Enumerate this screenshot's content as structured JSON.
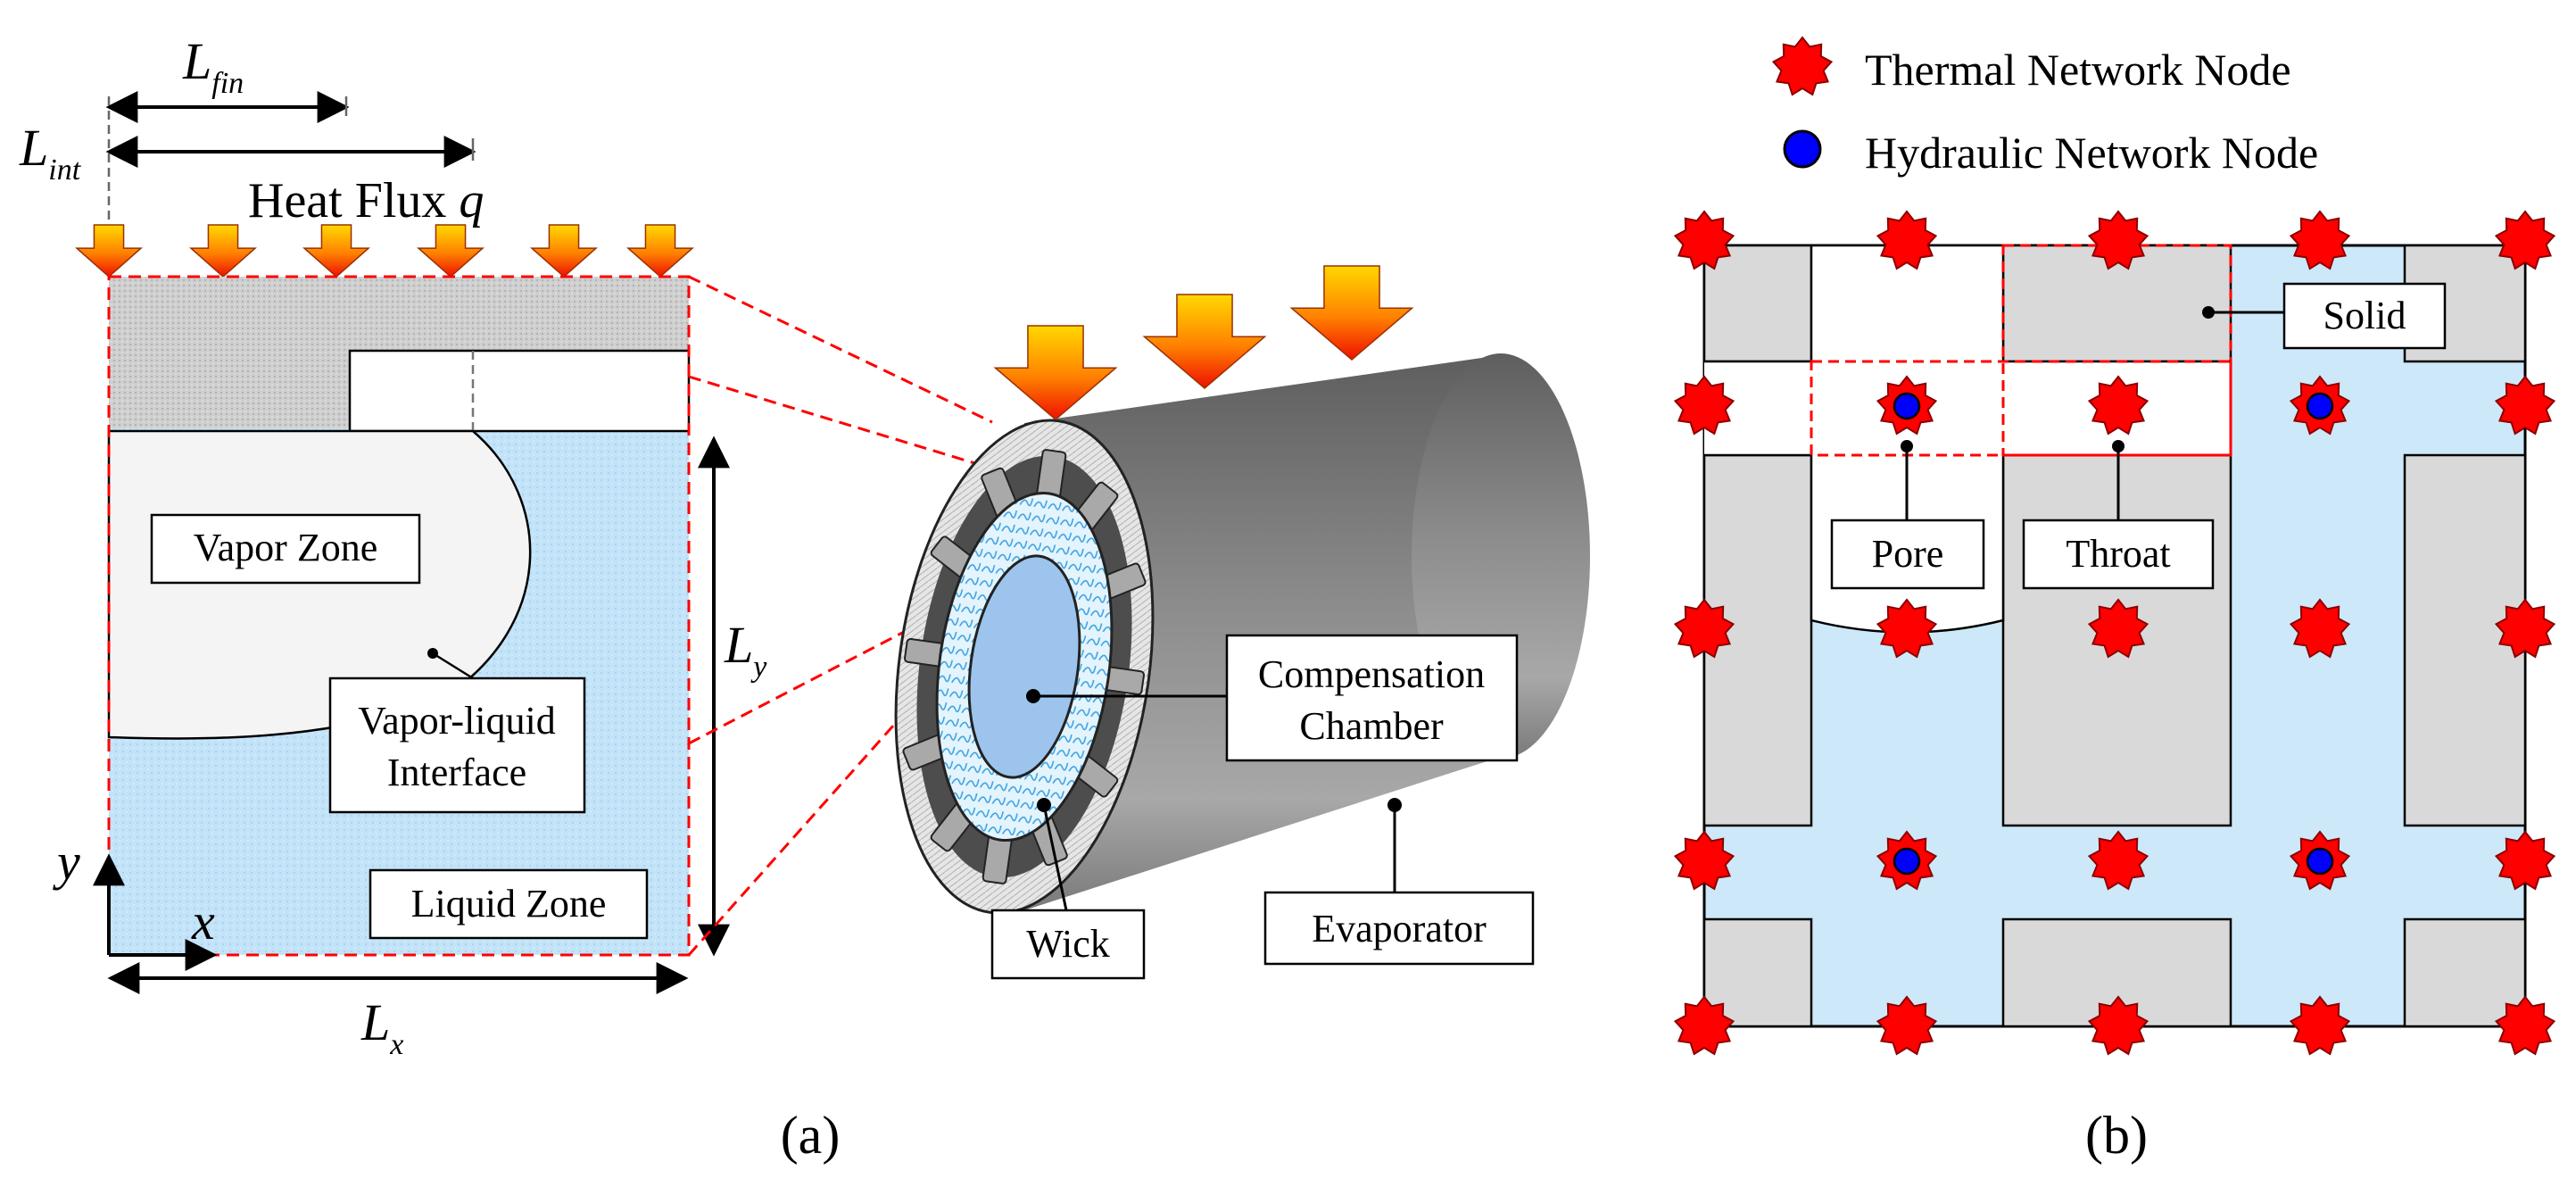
{
  "panel_a": {
    "caption": "(a)",
    "heat_flux_label": "Heat Flux",
    "heat_flux_symbol": "q",
    "l_fin": {
      "main": "L",
      "sub": "fin"
    },
    "l_int": {
      "main": "L",
      "sub": "int"
    },
    "l_x": {
      "main": "L",
      "sub": "x"
    },
    "l_y": {
      "main": "L",
      "sub": "y"
    },
    "axis_x": "x",
    "axis_y": "y",
    "vapor_zone": "Vapor Zone",
    "interface_line1": "Vapor-liquid",
    "interface_line2": "Interface",
    "liquid_zone": "Liquid Zone",
    "compensation_line1": "Compensation",
    "compensation_line2": "Chamber",
    "wick": "Wick",
    "evaporator": "Evaporator"
  },
  "panel_b": {
    "caption": "(b)",
    "legend_thermal": "Thermal Network Node",
    "legend_hydraulic": "Hydraulic Network Node",
    "solid": "Solid",
    "pore": "Pore",
    "throat": "Throat"
  },
  "colors": {
    "thermal_node": "#ff0000",
    "hydraulic_node": "#0000ff",
    "liquid": "#cde8f8",
    "solid": "#d9d9d9",
    "dashed_guide": "#ff0000"
  }
}
